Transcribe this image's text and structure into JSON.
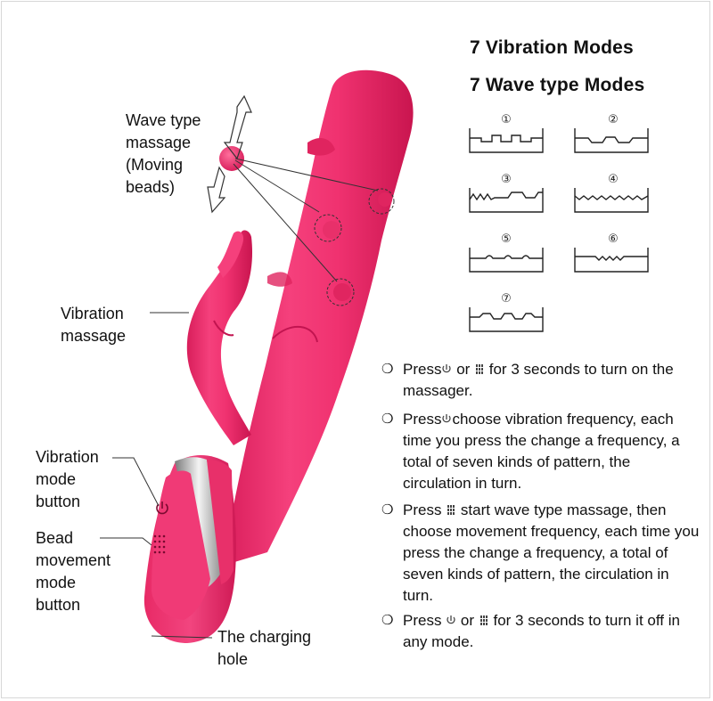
{
  "headings": {
    "vibration_modes": "7 Vibration Modes",
    "wave_modes": "7 Wave type  Modes"
  },
  "labels": {
    "wave_massage": "Wave type\nmassage\n(Moving\nbeads)",
    "vibration_massage": "Vibration\nmassage",
    "vibration_mode_button": "Vibration\nmode\nbutton",
    "bead_mode_button": "Bead\nmovement\nmode\nbutton",
    "charging_hole": "The charging\nhole"
  },
  "wave_patterns": [
    {
      "number": "①"
    },
    {
      "number": "②"
    },
    {
      "number": "③"
    },
    {
      "number": "④"
    },
    {
      "number": "⑤"
    },
    {
      "number": "⑥"
    },
    {
      "number": "⑦"
    }
  ],
  "instructions": [
    {
      "bullet": "❍",
      "parts": [
        "Press",
        "vib",
        " or ",
        "bead",
        " for 3 seconds to turn on the massager."
      ]
    },
    {
      "bullet": "❍",
      "parts": [
        "Press",
        "vib",
        "choose vibration frequency, each time you press the change a frequency, a total of seven kinds of pattern, the circulation in turn."
      ]
    },
    {
      "bullet": "❍",
      "parts": [
        "Press ",
        "bead",
        " start wave type massage, then choose movement frequency, each time you press the change a frequency, a total of seven kinds of pattern, the circulation in turn."
      ]
    },
    {
      "bullet": "❍",
      "parts": [
        "Press ",
        "vib",
        " or ",
        "bead",
        " for 3 seconds to turn it off in any mode."
      ]
    }
  ],
  "icons": {
    "vibration_button_icon": "vibration-icon",
    "bead_button_icon": "bead-grid-icon"
  },
  "colors": {
    "product_pink": "#f0306e",
    "product_dark": "#d31c58",
    "highlight": "#ff7aa6",
    "chrome": "#b9b9b9"
  }
}
